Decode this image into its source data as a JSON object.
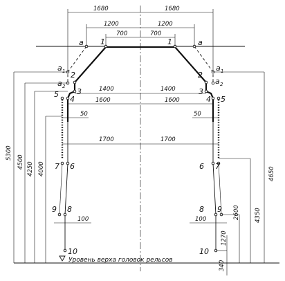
{
  "dimensions": {
    "top_left": "1680",
    "top_right": "1680",
    "second_left": "1200",
    "second_right": "1200",
    "third_left": "700",
    "third_right": "700",
    "mid_left_1400": "1400",
    "mid_right_1400": "1400",
    "mid_left_1600": "1600",
    "mid_right_1600": "1600",
    "small_left_50": "50",
    "small_right_50": "50",
    "wide_left_1700": "1700",
    "wide_right_1700": "1700",
    "low_left_100": "100",
    "low_right_100": "100"
  },
  "heights": {
    "h5300": "5300",
    "h4500": "4500",
    "h4250": "4250",
    "h4000": "4000",
    "h4650": "4650",
    "h4350": "4350",
    "h2600": "2600",
    "h1270": "1270",
    "h340": "340"
  },
  "points": {
    "a": "a",
    "a1": "a",
    "a1_sub": "1",
    "a2": "a",
    "a2_sub": "2",
    "p1": "1",
    "p2": "2",
    "p3": "3",
    "p4": "4",
    "p5": "5",
    "p6": "6",
    "p7": "7",
    "p8": "8",
    "p9": "9",
    "p10": "10"
  },
  "ground_label": "Уровень верха головок рельсов"
}
